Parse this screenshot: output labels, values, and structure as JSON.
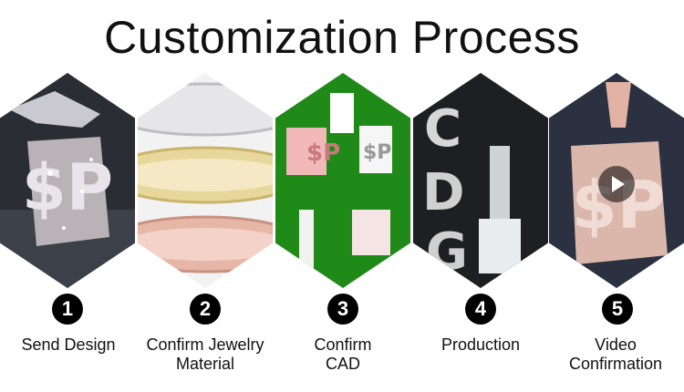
{
  "title": "Customization Process",
  "steps": [
    {
      "number": "1",
      "line1": "Send Design",
      "line2": "",
      "image": "iced-out-dollar-sign-pendant-photo"
    },
    {
      "number": "2",
      "line1": "Confirm Jewelry",
      "line2": "Material",
      "image": "gold-silver-rose-metal-rings-photo"
    },
    {
      "number": "3",
      "line1": "Confirm",
      "line2": "CAD",
      "image": "cad-render-sheet-green"
    },
    {
      "number": "4",
      "line1": "Production",
      "line2": "",
      "image": "stone-setting-production-photo"
    },
    {
      "number": "5",
      "line1": "Video",
      "line2": "Confirmation",
      "image": "finished-pendant-video-thumbnail"
    }
  ],
  "colors": {
    "cad_green": "#1f8a17",
    "badge": "#000000"
  },
  "icons": {
    "badge": "numbered-circle",
    "video": "play-icon"
  }
}
